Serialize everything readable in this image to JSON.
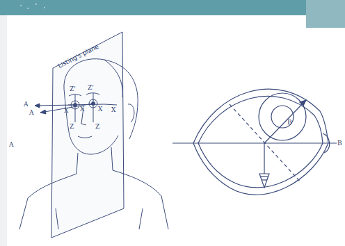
{
  "diagram": {
    "labels": [
      "Listing's plane",
      "A",
      "A",
      "Z'",
      "Z'",
      "X",
      "X",
      "X",
      "X",
      "Z",
      "Z",
      "A",
      "B",
      "B"
    ]
  }
}
